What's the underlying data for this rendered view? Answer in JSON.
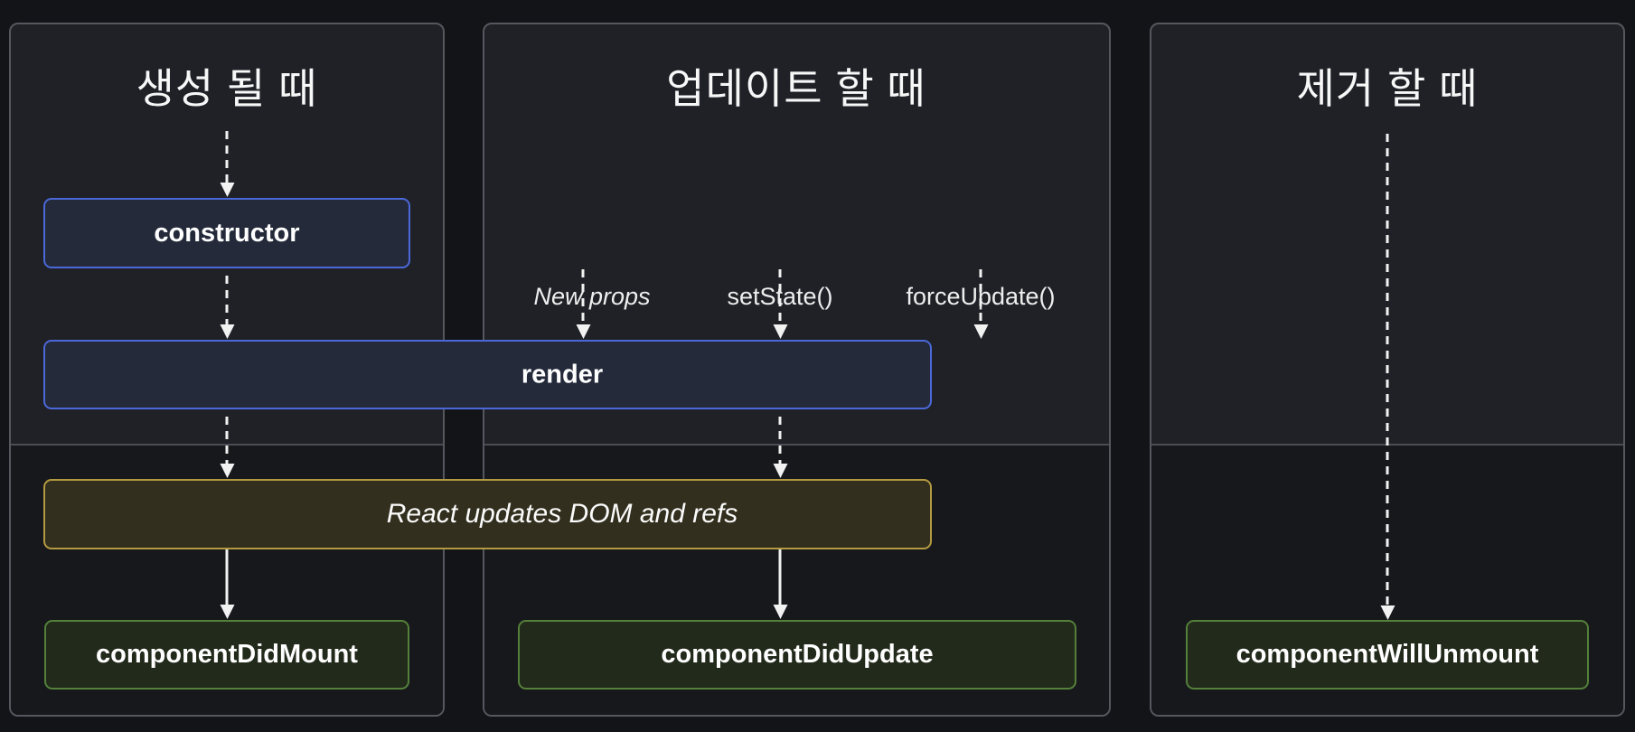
{
  "diagram": {
    "title_context": "React component lifecycle diagram",
    "columns": [
      {
        "id": "mount",
        "title": "생성 될 때"
      },
      {
        "id": "update",
        "title": "업데이트 할 때",
        "triggers": [
          {
            "label": "New props",
            "style": "italic"
          },
          {
            "label": "setState()",
            "style": "normal"
          },
          {
            "label": "forceUpdate()",
            "style": "normal"
          }
        ]
      },
      {
        "id": "unmount",
        "title": "제거 할 때"
      }
    ],
    "boxes": {
      "constructor": {
        "label": "constructor",
        "kind": "blue"
      },
      "render": {
        "label": "render",
        "kind": "blue"
      },
      "react_updates": {
        "label": "React updates DOM and refs",
        "kind": "gold"
      },
      "component_did_mount": {
        "label": "componentDidMount",
        "kind": "green"
      },
      "component_did_update": {
        "label": "componentDidUpdate",
        "kind": "green"
      },
      "component_will_unmount": {
        "label": "componentWillUnmount",
        "kind": "green"
      }
    },
    "colors": {
      "page_bg": "#131418",
      "panel_top_bg": "#1f2127",
      "panel_bottom_bg": "#17181c",
      "panel_border": "#54575d",
      "divider": "#4a4d53",
      "blue_border": "#4b68d8",
      "blue_bg": "#242a3a",
      "gold_border": "#b3993f",
      "gold_bg": "#322f1e",
      "green_border": "#54803a",
      "green_bg": "#222a1b",
      "arrow": "#f2f2f2",
      "text": "#f5f5f5"
    }
  }
}
